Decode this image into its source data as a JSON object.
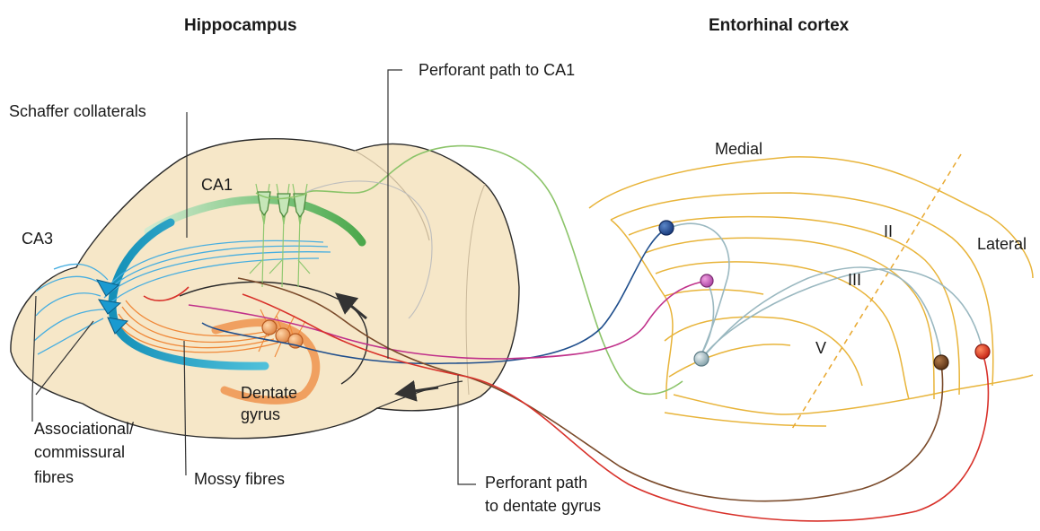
{
  "titles": {
    "hippocampus": "Hippocampus",
    "entorhinal_cortex": "Entorhinal cortex"
  },
  "labels": {
    "schaffer_collaterals": "Schaffer collaterals",
    "perforant_path_ca1": "Perforant path to CA1",
    "ca1": "CA1",
    "ca3": "CA3",
    "associational": "Associational/",
    "commissural": "commissural",
    "fibres": "fibres",
    "mossy_fibres": "Mossy fibres",
    "dentate": "Dentate",
    "gyrus": "gyrus",
    "perforant_path_dg_1": "Perforant path",
    "perforant_path_dg_2": "to dentate gyrus",
    "medial": "Medial",
    "lateral": "Lateral",
    "layer_ii": "II",
    "layer_iii": "III",
    "layer_v": "V"
  },
  "colors": {
    "hippocampus_fill": "#f6e7c8",
    "hippocampus_outline": "#2a2a2a",
    "ca1": "#5cb85c",
    "ca3": "#1aa0c0",
    "dentate": "#f0a060",
    "cortex_lines": "#e8b43a",
    "path_green": "#8cc46a",
    "path_blue": "#1f4e8c",
    "path_magenta": "#c0308a",
    "path_grey": "#9ab8c0",
    "path_brown": "#7a4a2a",
    "path_red": "#d8312a"
  }
}
